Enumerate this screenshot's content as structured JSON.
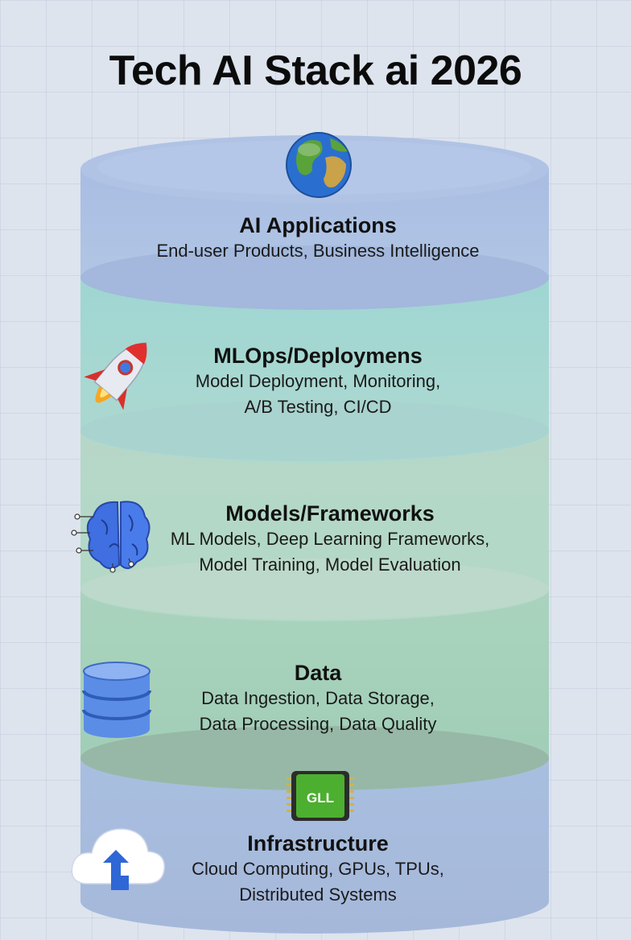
{
  "title": "Tech AI Stack ai 2026",
  "layers": [
    {
      "id": "apps",
      "title": "AI Applications",
      "desc": [
        "End-user Products, Business Intelligence"
      ],
      "icon": "globe-icon",
      "color": "#a9bcdf"
    },
    {
      "id": "mlops",
      "title": "MLOps/Deploymens",
      "desc": [
        "Model Deployment, Monitoring,",
        "A/B Testing, CI/CD"
      ],
      "icon": "rocket-icon",
      "color": "#a6d4cf"
    },
    {
      "id": "models",
      "title": "Models/Frameworks",
      "desc": [
        "ML Models, Deep Learning Frameworks,",
        "Model Training, Model Evaluation"
      ],
      "icon": "brain-icon",
      "color": "#b7d6c6"
    },
    {
      "id": "data",
      "title": "Data",
      "desc": [
        "Data Ingestion, Data Storage,",
        "Data Processing, Data Quality"
      ],
      "icon": "database-icon",
      "color": "#a5cfb8"
    },
    {
      "id": "infra",
      "title": "Infrastructure",
      "desc": [
        "Cloud Computing, GPUs, TPUs,",
        "Distributed Systems"
      ],
      "icon": "cloud-upload-icon",
      "color": "#a9bad9"
    }
  ],
  "chip_label": "GLL"
}
